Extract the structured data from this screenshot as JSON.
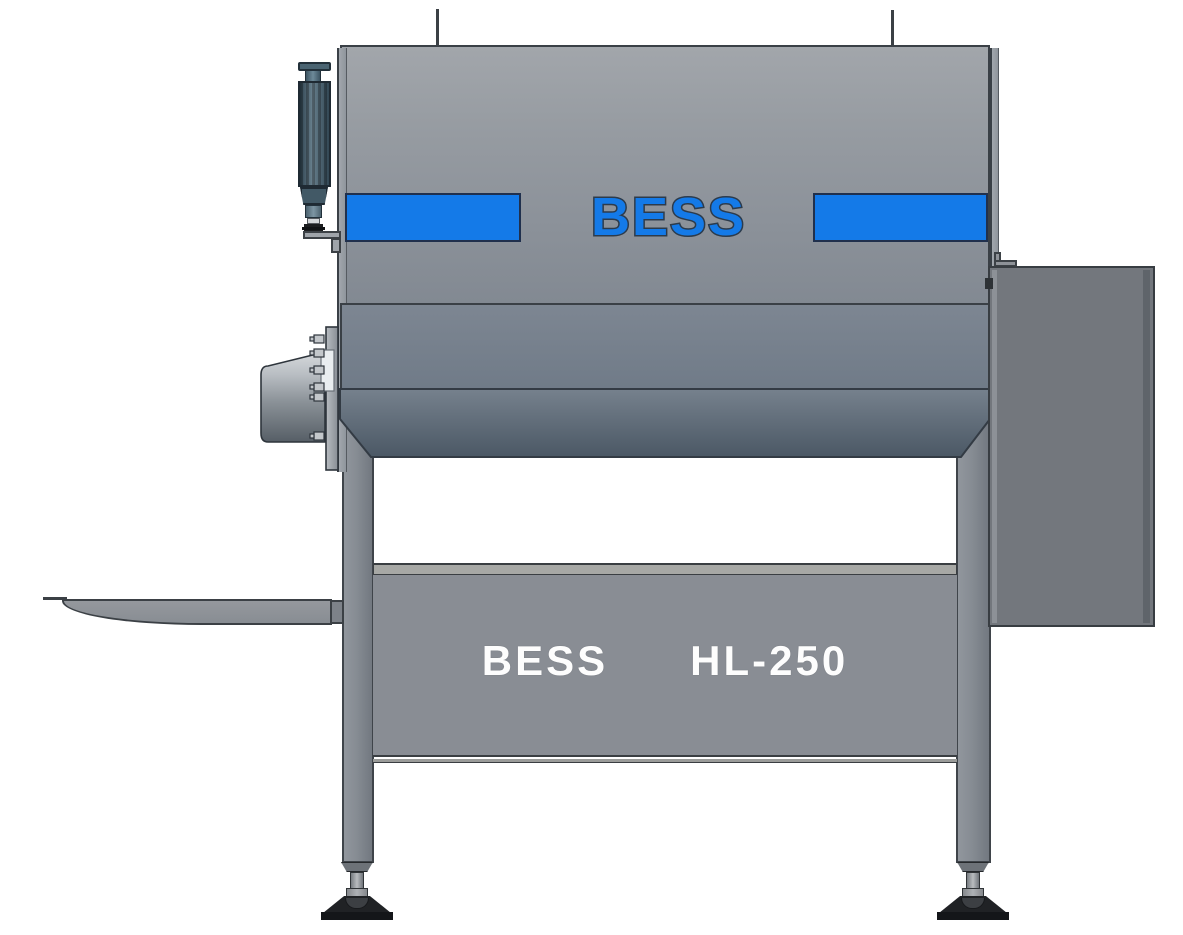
{
  "machine": {
    "body_logo": "BESS",
    "panel_brand": "BESS",
    "panel_model": "HL-250"
  },
  "colors": {
    "accent_blue": "#147AE8",
    "stripe_border": "#20304D",
    "body_gray_top": "#A2A6AB",
    "body_gray_mid": "#8B9199",
    "hopper_gray_dark": "#4B5865",
    "frame_gray": "#898D94",
    "panel_door_gray": "#73777D",
    "motor_slate": "#3F5866",
    "label_white": "#FDFDFD",
    "foot_black": "#1B1D20",
    "outline": "#32383E",
    "background": "#FFFFFF"
  }
}
